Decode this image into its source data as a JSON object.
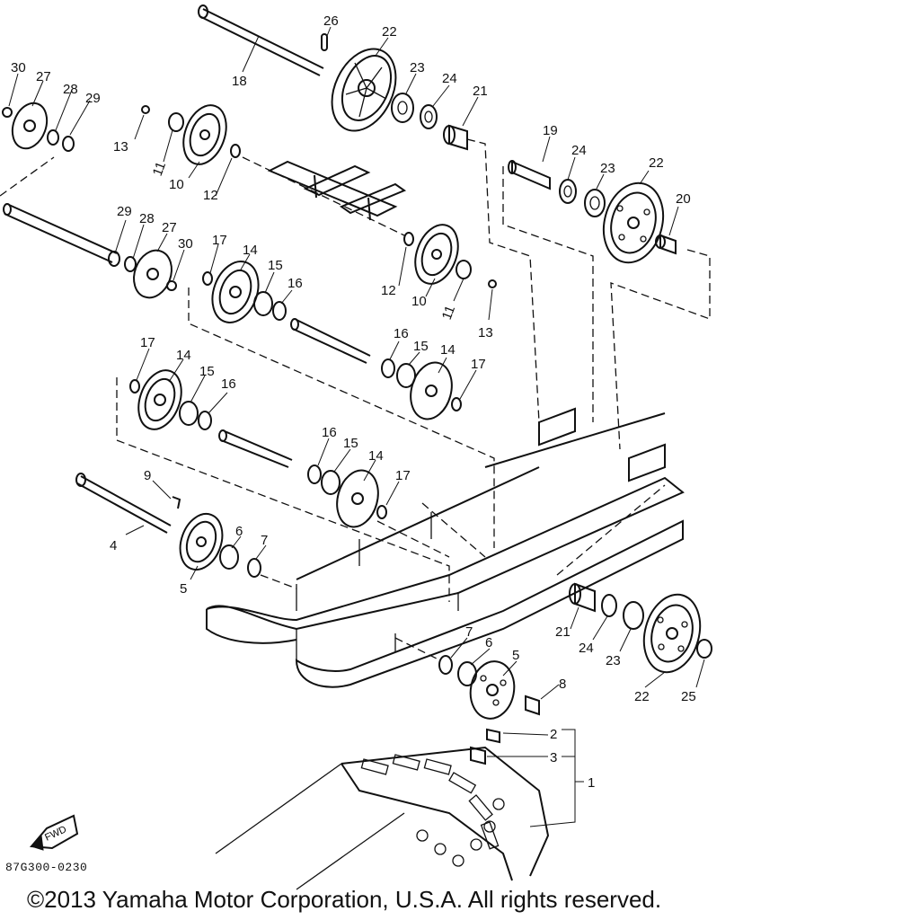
{
  "diagram": {
    "drawing_code": "87G300-0230",
    "direction_badge": "FWD",
    "copyright": "©2013 Yamaha Motor Corporation, U.S.A. All rights reserved.",
    "callouts": [
      {
        "id": "l30a",
        "text": "30"
      },
      {
        "id": "l27a",
        "text": "27"
      },
      {
        "id": "l28a",
        "text": "28"
      },
      {
        "id": "l29a",
        "text": "29"
      },
      {
        "id": "l26",
        "text": "26"
      },
      {
        "id": "l22a",
        "text": "22"
      },
      {
        "id": "l18",
        "text": "18"
      },
      {
        "id": "l23a",
        "text": "23"
      },
      {
        "id": "l24a",
        "text": "24"
      },
      {
        "id": "l21a",
        "text": "21"
      },
      {
        "id": "l13a",
        "text": "13"
      },
      {
        "id": "l11a",
        "text": "11"
      },
      {
        "id": "l10a",
        "text": "10"
      },
      {
        "id": "l12a",
        "text": "12"
      },
      {
        "id": "l19",
        "text": "19"
      },
      {
        "id": "l24b",
        "text": "24"
      },
      {
        "id": "l23b",
        "text": "23"
      },
      {
        "id": "l22b",
        "text": "22"
      },
      {
        "id": "l20",
        "text": "20"
      },
      {
        "id": "l29b",
        "text": "29"
      },
      {
        "id": "l28b",
        "text": "28"
      },
      {
        "id": "l27b",
        "text": "27"
      },
      {
        "id": "l30b",
        "text": "30"
      },
      {
        "id": "l17a",
        "text": "17"
      },
      {
        "id": "l14a",
        "text": "14"
      },
      {
        "id": "l15a",
        "text": "15"
      },
      {
        "id": "l16a",
        "text": "16"
      },
      {
        "id": "l12b",
        "text": "12"
      },
      {
        "id": "l10b",
        "text": "10"
      },
      {
        "id": "l11b",
        "text": "11"
      },
      {
        "id": "l13b",
        "text": "13"
      },
      {
        "id": "l16b",
        "text": "16"
      },
      {
        "id": "l15b",
        "text": "15"
      },
      {
        "id": "l14b",
        "text": "14"
      },
      {
        "id": "l17b",
        "text": "17"
      },
      {
        "id": "l17c",
        "text": "17"
      },
      {
        "id": "l14c",
        "text": "14"
      },
      {
        "id": "l15c",
        "text": "15"
      },
      {
        "id": "l16c",
        "text": "16"
      },
      {
        "id": "l16d",
        "text": "16"
      },
      {
        "id": "l15d",
        "text": "15"
      },
      {
        "id": "l14d",
        "text": "14"
      },
      {
        "id": "l17d",
        "text": "17"
      },
      {
        "id": "l9",
        "text": "9"
      },
      {
        "id": "l4",
        "text": "4"
      },
      {
        "id": "l6a",
        "text": "6"
      },
      {
        "id": "l7a",
        "text": "7"
      },
      {
        "id": "l5a",
        "text": "5"
      },
      {
        "id": "l7b",
        "text": "7"
      },
      {
        "id": "l6b",
        "text": "6"
      },
      {
        "id": "l5b",
        "text": "5"
      },
      {
        "id": "l8",
        "text": "8"
      },
      {
        "id": "l21b",
        "text": "21"
      },
      {
        "id": "l24c",
        "text": "24"
      },
      {
        "id": "l23c",
        "text": "23"
      },
      {
        "id": "l22c",
        "text": "22"
      },
      {
        "id": "l25",
        "text": "25"
      },
      {
        "id": "l2",
        "text": "2"
      },
      {
        "id": "l3",
        "text": "3"
      },
      {
        "id": "l1",
        "text": "1"
      }
    ]
  }
}
